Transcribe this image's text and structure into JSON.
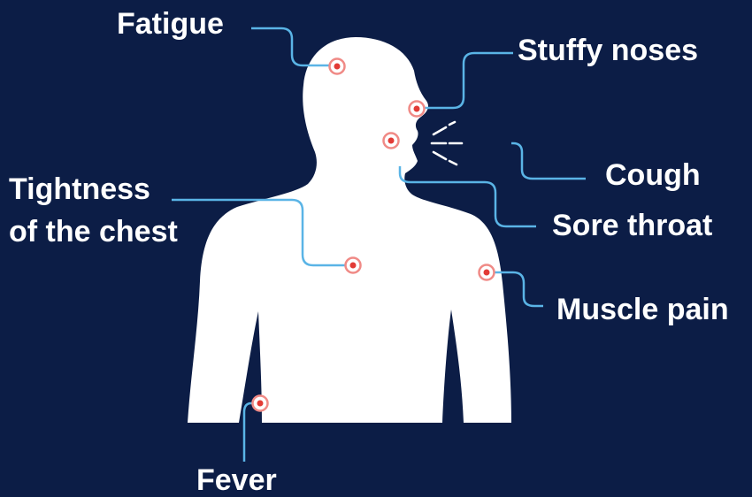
{
  "symptoms": {
    "fatigue": "Fatigue",
    "stuffy_noses": "Stuffy noses",
    "cough": "Cough",
    "tightness_line1": "Tightness",
    "tightness_line2": "of the chest",
    "sore_throat": "Sore throat",
    "muscle_pain": "Muscle pain",
    "fever": "Fever"
  },
  "colors": {
    "background": "#0c1d46",
    "body": "#ffffff",
    "connector": "#5ab4e6",
    "marker_ring": "#f08a86",
    "marker_dot": "#e23b36"
  },
  "icons": {
    "marker": "target-dot-icon",
    "cough_puff": "cough-lines-icon"
  }
}
